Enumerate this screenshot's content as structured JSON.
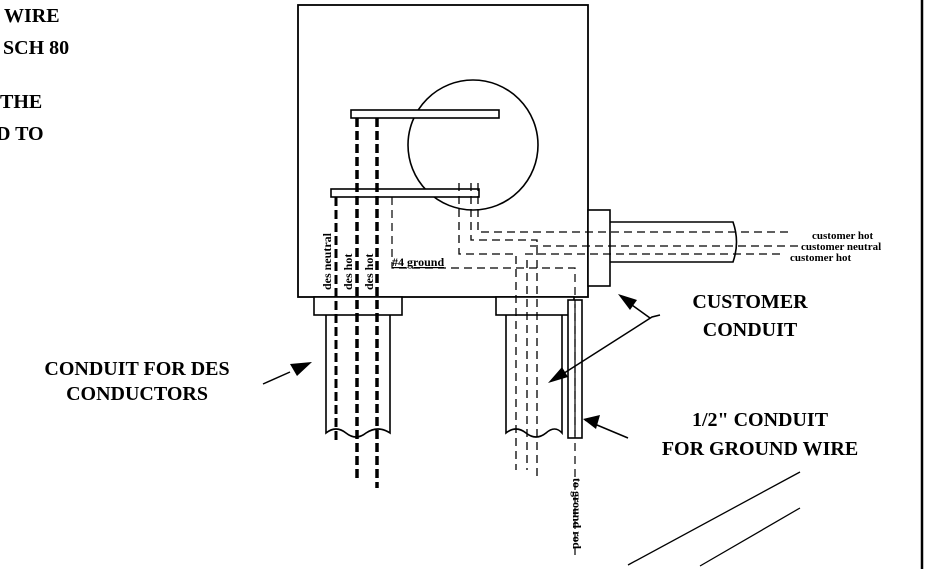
{
  "diagram": {
    "partial_notes": {
      "line1": "WIRE",
      "line2": "SCH 80",
      "line3": "THE",
      "line4": "D TO"
    },
    "callouts": {
      "des_conduit": [
        "CONDUIT FOR DES",
        "CONDUCTORS"
      ],
      "customer_conduit": [
        "CUSTOMER",
        "CONDUIT"
      ],
      "ground_conduit": [
        "1/2\" CONDUIT",
        "FOR GROUND WIRE"
      ]
    },
    "wire_labels": {
      "des_neutral": "des neutral",
      "des_hot_1": "des hot",
      "des_hot_2": "des hot",
      "ground": "#4 ground",
      "to_ground_rod": "to ground rod"
    },
    "customer_wires": {
      "hot_top": "customer hot",
      "neutral": "customer neutral",
      "hot_bottom": "customer hot"
    },
    "colors": {
      "line": "#000000",
      "background": "#ffffff"
    }
  }
}
